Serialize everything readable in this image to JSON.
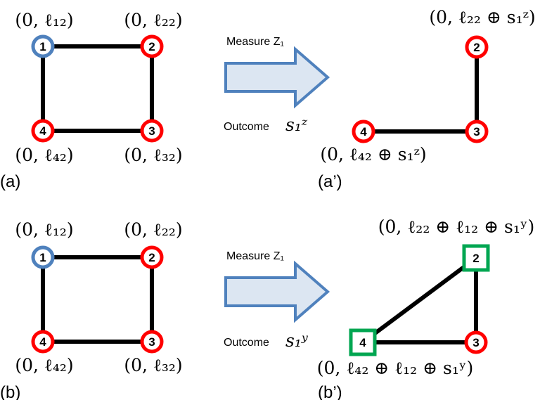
{
  "colors": {
    "edge": "#000000",
    "node_blue": "#4f81bd",
    "node_red": "#ff0000",
    "node_green": "#00a651",
    "arrow_fill": "#dce6f2",
    "arrow_stroke": "#4f81bd"
  },
  "panel_a": {
    "label": "(a)",
    "node1_num": "1",
    "node2_num": "2",
    "node3_num": "3",
    "node4_num": "4",
    "node1_label": "(0, ℓ₁₂)",
    "node2_label": "(0, ℓ₂₂)",
    "node3_label": "(0, ℓ₃₂)",
    "node4_label": "(0, ℓ₄₂)"
  },
  "arrow_a": {
    "icon": "right-arrow-icon",
    "measure": "Measure Z₁",
    "outcome": "Outcome",
    "outcome_symbol": "s₁ᶻ"
  },
  "panel_a_prime": {
    "label": "(a’)",
    "node2_num": "2",
    "node3_num": "3",
    "node4_num": "4",
    "node2_label": "(0, ℓ₂₂ ⊕ s₁ᶻ)",
    "node4_label": "(0, ℓ₄₂ ⊕ s₁ᶻ)"
  },
  "panel_b": {
    "label": "(b)",
    "node1_num": "1",
    "node2_num": "2",
    "node3_num": "3",
    "node4_num": "4",
    "node1_label": "(0, ℓ₁₂)",
    "node2_label": "(0, ℓ₂₂)",
    "node3_label": "(0, ℓ₃₂)",
    "node4_label": "(0, ℓ₄₂)"
  },
  "arrow_b": {
    "icon": "right-arrow-icon",
    "measure": "Measure Z₁",
    "outcome": "Outcome",
    "outcome_symbol": "s₁ʸ"
  },
  "panel_b_prime": {
    "label": "(b’)",
    "node2_num": "2",
    "node3_num": "3",
    "node4_num": "4",
    "node2_label": "(0, ℓ₂₂ ⊕ ℓ₁₂ ⊕ s₁ʸ)",
    "node4_label": "(0, ℓ₄₂ ⊕ ℓ₁₂ ⊕ s₁ʸ)"
  }
}
